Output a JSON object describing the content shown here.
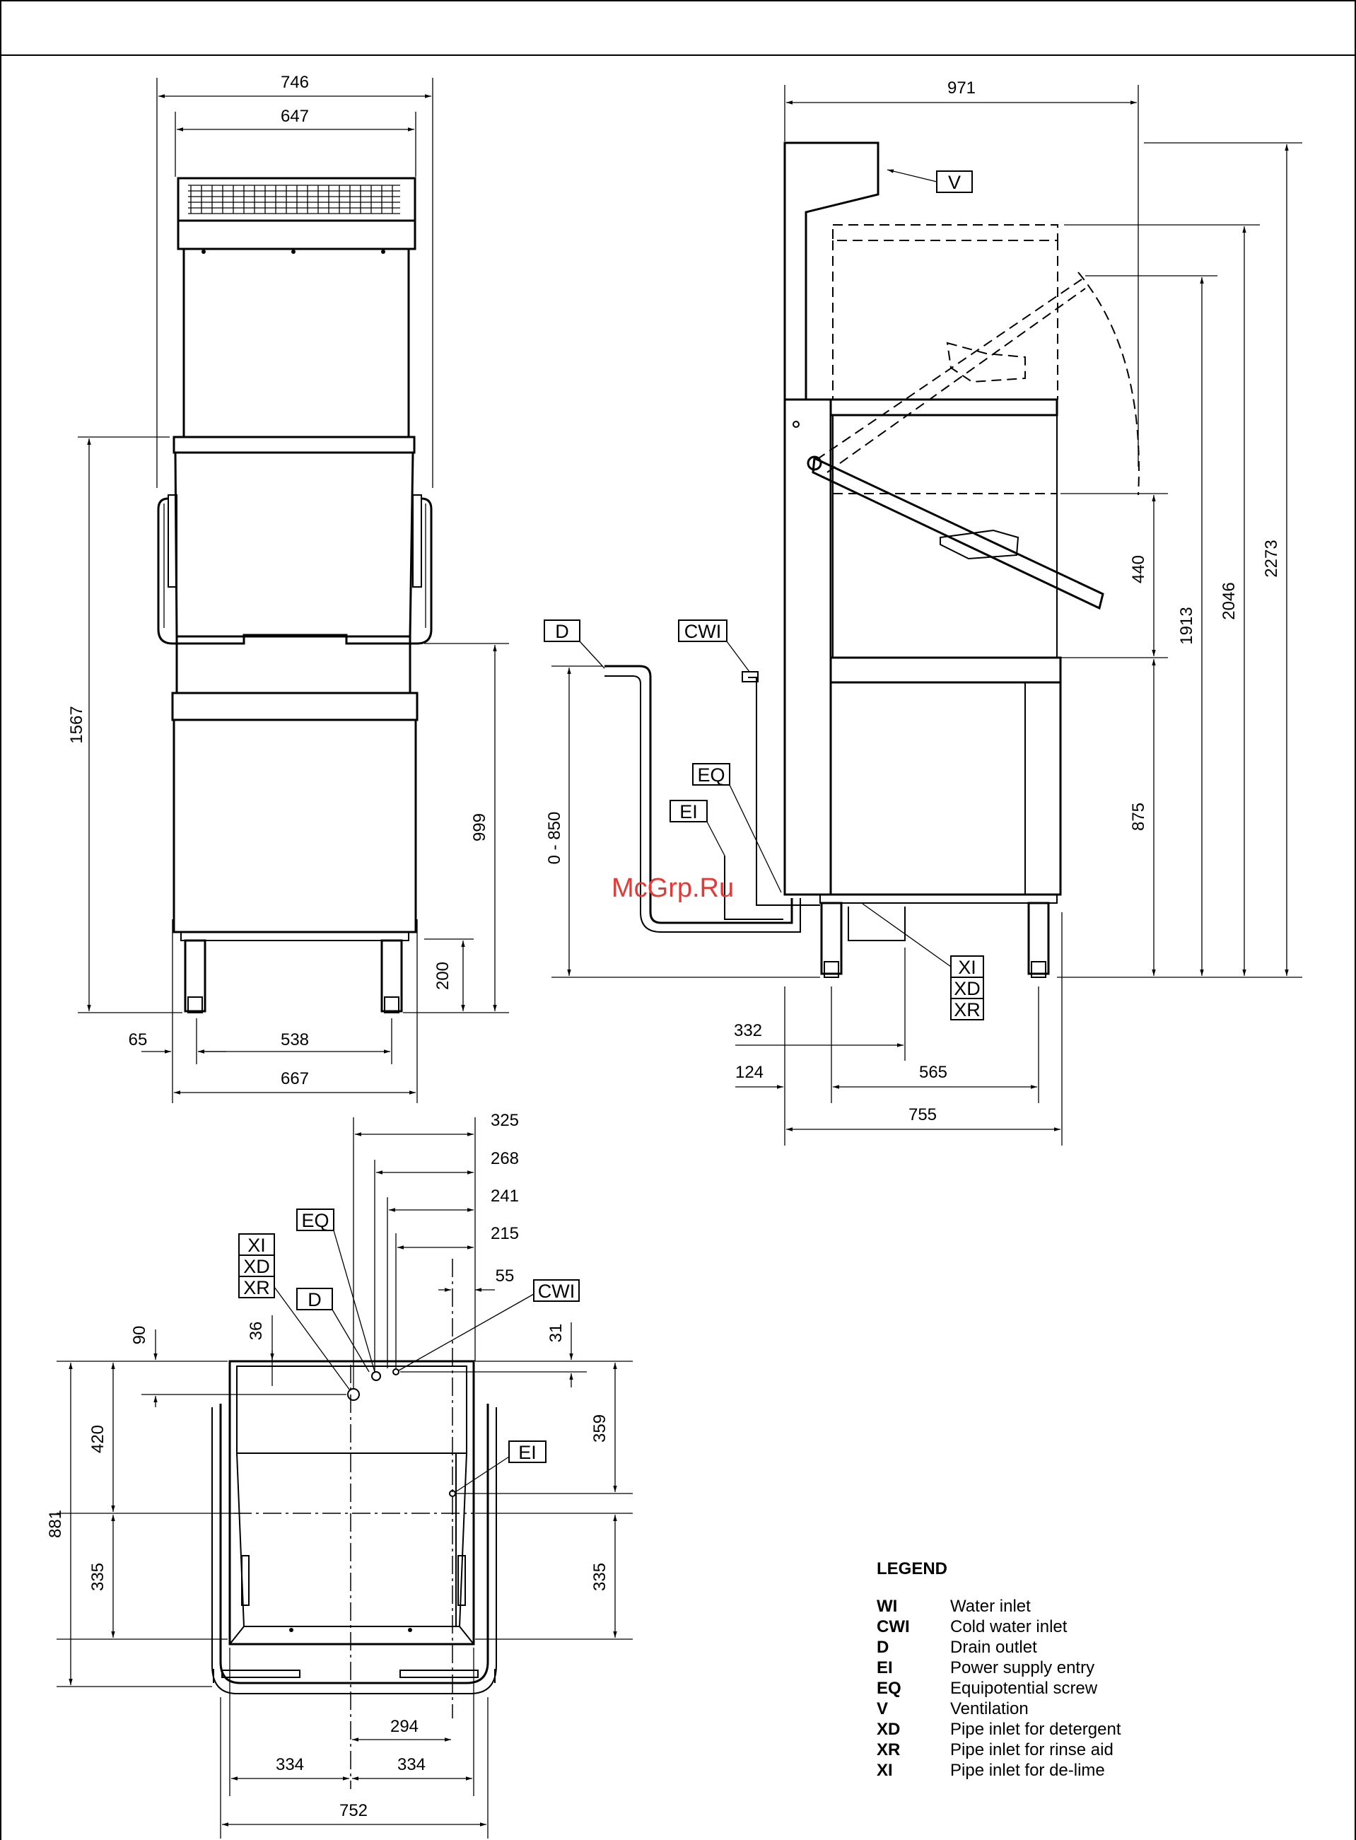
{
  "watermark": "McGrp.Ru",
  "front_view": {
    "dim_746": "746",
    "dim_647": "647",
    "dim_1567": "1567",
    "dim_999": "999",
    "dim_200": "200",
    "dim_65": "65",
    "dim_538": "538",
    "dim_667": "667"
  },
  "side_view": {
    "dim_971": "971",
    "dim_2273": "2273",
    "dim_2046": "2046",
    "dim_1913": "1913",
    "dim_440": "440",
    "dim_875": "875",
    "dim_0_850": "0 - 850",
    "dim_332": "332",
    "dim_124": "124",
    "dim_565": "565",
    "dim_755": "755",
    "tag_v": "V",
    "tag_d": "D",
    "tag_cwi": "CWI",
    "tag_eq": "EQ",
    "tag_ei": "EI",
    "tag_xi": "XI",
    "tag_xd": "XD",
    "tag_xr": "XR"
  },
  "top_view": {
    "dim_325": "325",
    "dim_268": "268",
    "dim_241": "241",
    "dim_215": "215",
    "dim_55": "55",
    "dim_90": "90",
    "dim_36": "36",
    "dim_31": "31",
    "dim_420": "420",
    "dim_881": "881",
    "dim_335_left": "335",
    "dim_359": "359",
    "dim_335_right": "335",
    "dim_294": "294",
    "dim_334_left": "334",
    "dim_334_right": "334",
    "dim_752": "752",
    "tag_xi": "XI",
    "tag_xd": "XD",
    "tag_xr": "XR",
    "tag_eq": "EQ",
    "tag_d": "D",
    "tag_cwi": "CWI",
    "tag_ei": "EI"
  },
  "legend": {
    "title": "LEGEND",
    "items": [
      {
        "code": "WI",
        "label": "Water inlet"
      },
      {
        "code": "CWI",
        "label": "Cold water inlet"
      },
      {
        "code": "D",
        "label": "Drain outlet"
      },
      {
        "code": "EI",
        "label": "Power supply entry"
      },
      {
        "code": "EQ",
        "label": "Equipotential screw"
      },
      {
        "code": "V",
        "label": "Ventilation"
      },
      {
        "code": "XD",
        "label": "Pipe inlet for detergent"
      },
      {
        "code": "XR",
        "label": "Pipe inlet for rinse aid"
      },
      {
        "code": "XI",
        "label": "Pipe inlet for de-lime"
      }
    ]
  }
}
